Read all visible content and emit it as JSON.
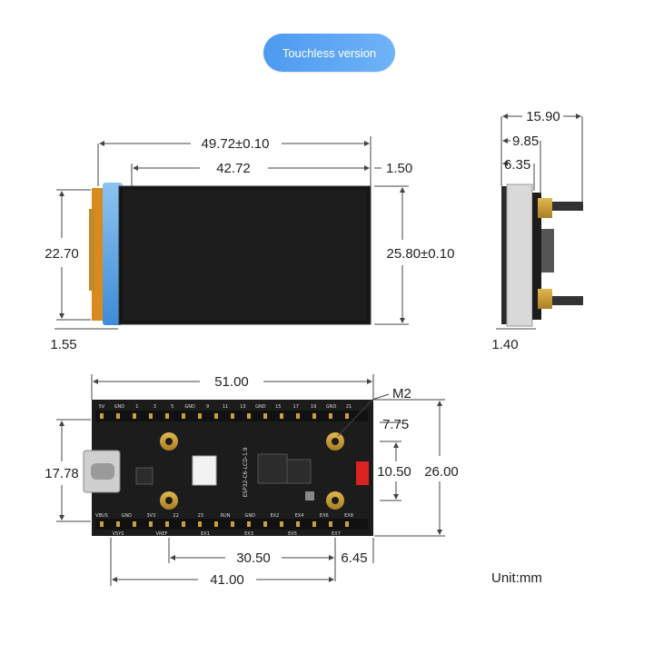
{
  "badge": {
    "label": "Touchless version"
  },
  "front_view": {
    "width_total": "49.72±0.10",
    "width_display": "42.72",
    "right_margin": "1.50",
    "height_left": "22.70",
    "height_right": "25.80±0.10",
    "bottom_offset": "1.55"
  },
  "side_view": {
    "total": "15.90",
    "mid": "9.85",
    "near": "6.35",
    "thickness": "1.40"
  },
  "board_view": {
    "width": "51.00",
    "hole_label": "M2",
    "hole_to_top": "7.75",
    "height": "26.00",
    "hole_spacing_v": "10.50",
    "usb_height": "17.78",
    "hole_spacing_h": "30.50",
    "hole_to_edge": "6.45",
    "usb_to_hole": "41.00",
    "silk_label": "ESP32-C6-LCD-1.9",
    "pins_top": [
      "5V",
      "GND",
      "1",
      "3",
      "5",
      "GND",
      "9",
      "11",
      "13",
      "GND",
      "15",
      "17",
      "19",
      "GND",
      "21"
    ],
    "pins_bottom": [
      "VBUS",
      "GND",
      "3V3",
      "22",
      "23",
      "RUN",
      "GND",
      "EX2",
      "EX4",
      "EX6",
      "EX8"
    ],
    "pins_bottom2": [
      "VSYS",
      "VREF",
      "EX1",
      "EX3",
      "EX5",
      "EX7"
    ]
  },
  "unit_label": "Unit:mm",
  "colors": {
    "badge": "#4d9af0",
    "pcb": "#1c1c1c",
    "gold": "#c9a13a",
    "screen": "#151515",
    "bezel": "#5aa7e8"
  }
}
